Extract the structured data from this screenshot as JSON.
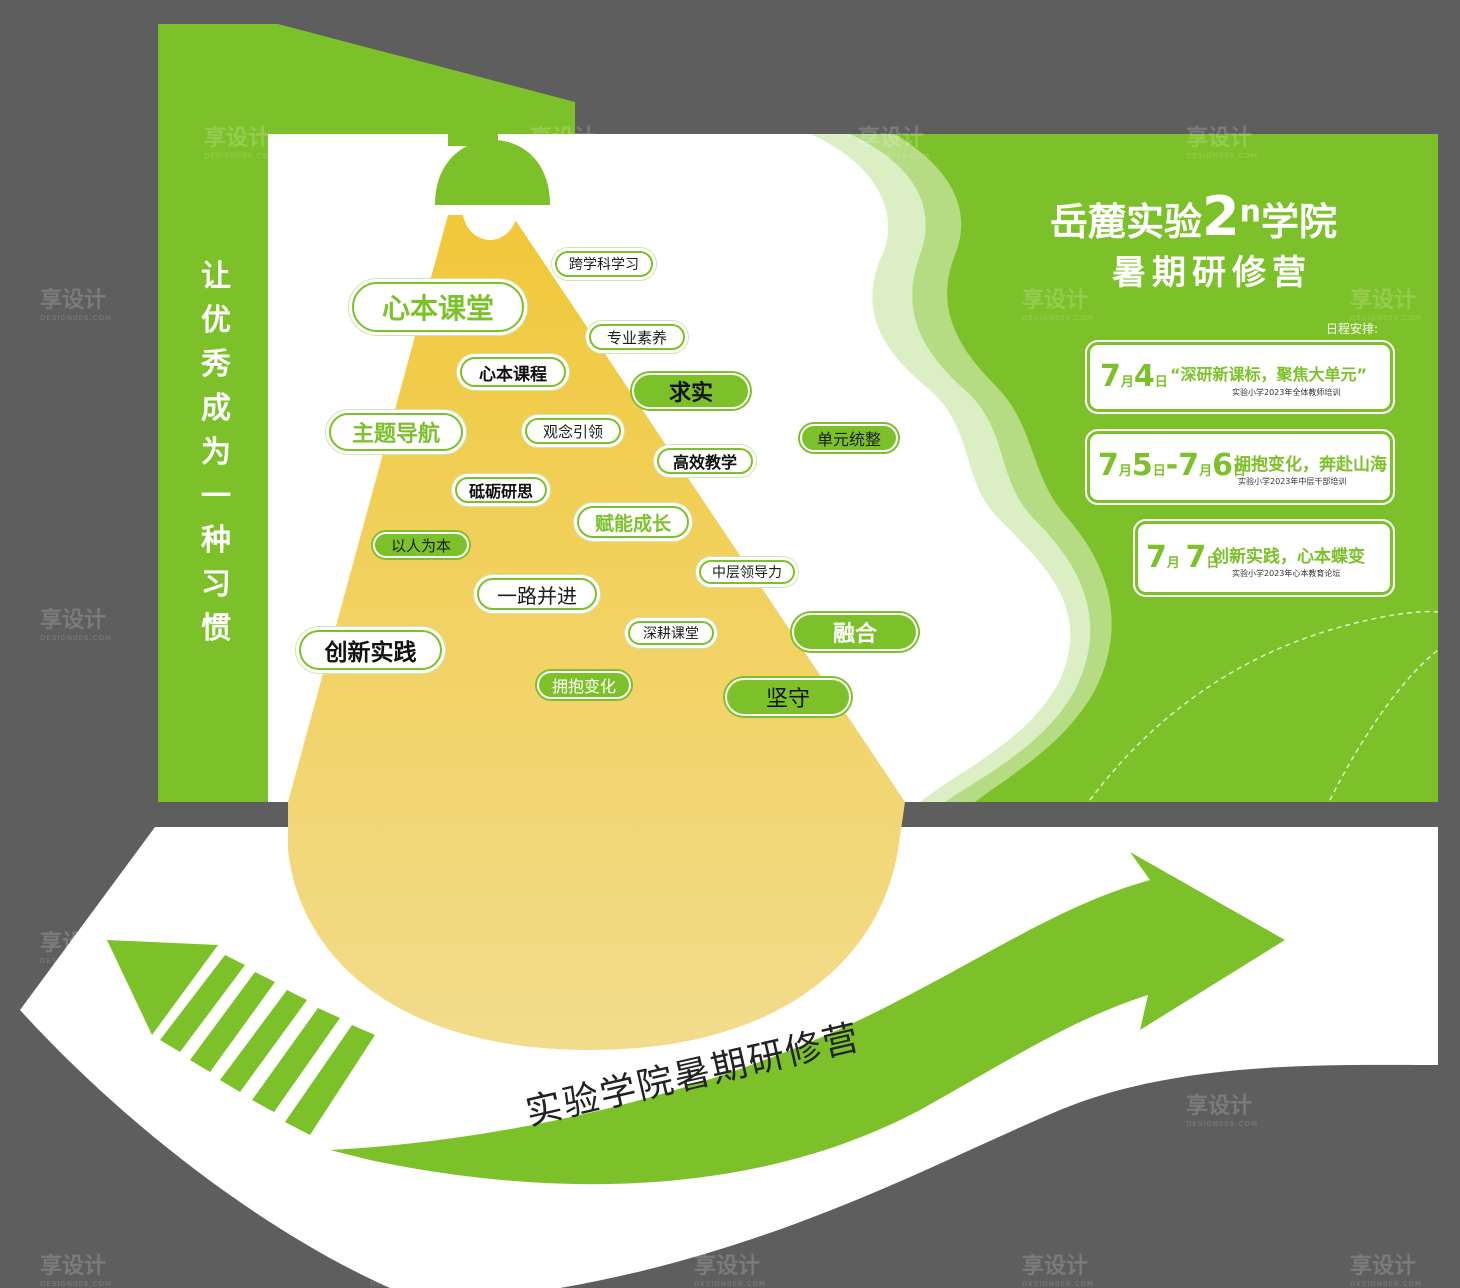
{
  "colors": {
    "green": "#7dc12a",
    "background": "#5e5e5e",
    "spotlight": "#f2cc3e",
    "white": "#ffffff"
  },
  "slogan_vertical": [
    "让",
    "优",
    "秀",
    "成",
    "为",
    "一",
    "种",
    "习",
    "惯"
  ],
  "title": {
    "line1_prefix": "岳麓实验",
    "line1_number": "2",
    "line1_sup": "n",
    "line1_suffix": "学院",
    "line2": "暑期研修营"
  },
  "schedule_label": "日程安排:",
  "schedule": [
    {
      "date_parts": [
        "7",
        "月",
        "4",
        "日"
      ],
      "headline": "“深研新课标，聚焦大单元”",
      "sub": "实验小学2023年全体教师培训"
    },
    {
      "date_parts": [
        "7",
        "月",
        "5",
        "日",
        "-",
        "7",
        "月",
        "6",
        "日"
      ],
      "headline": "拥抱变化，奔赴山海",
      "sub": "实验小学2023年中层干部培训"
    },
    {
      "date_parts": [
        "7",
        "月",
        "7",
        "日"
      ],
      "headline": "创新实践，心本蝶变",
      "sub": "实验小学2023年心本教育论坛"
    }
  ],
  "keywords": {
    "k1": "跨学科学习",
    "k2": "心本课堂",
    "k3": "专业素养",
    "k4": "心本课程",
    "k5": "求实",
    "k6": "主题导航",
    "k7": "观念引领",
    "k8": "单元统整",
    "k9": "高效教学",
    "k10": "砥砺研思",
    "k11": "赋能成长",
    "k12": "以人为本",
    "k13": "中层领导力",
    "k14": "一路并进",
    "k15": "深耕课堂",
    "k16": "融合",
    "k17": "创新实践",
    "k18": "拥抱变化",
    "k19": "坚守"
  },
  "arrow_text": "实验学院暑期研修营",
  "watermark": {
    "text": "享设计",
    "sub": "DESIGN006.COM"
  }
}
